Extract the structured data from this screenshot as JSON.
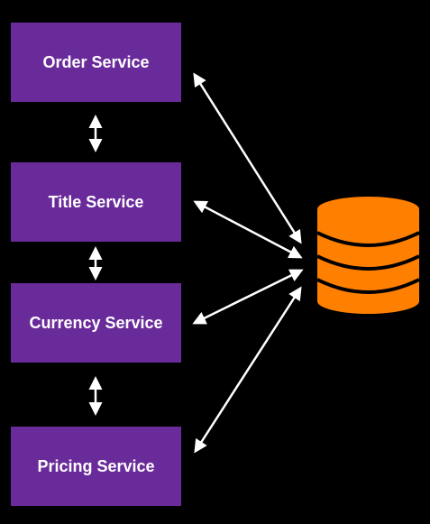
{
  "colors": {
    "background": "#000000",
    "service_box": "#6a2b9a",
    "service_text": "#ffffff",
    "arrow": "#ffffff",
    "database": "#ff7f00",
    "database_gap": "#000000"
  },
  "services": [
    {
      "label": "Order Service"
    },
    {
      "label": "Title Service"
    },
    {
      "label": "Currency Service"
    },
    {
      "label": "Pricing Service"
    }
  ],
  "database": {
    "icon": "database-icon"
  }
}
